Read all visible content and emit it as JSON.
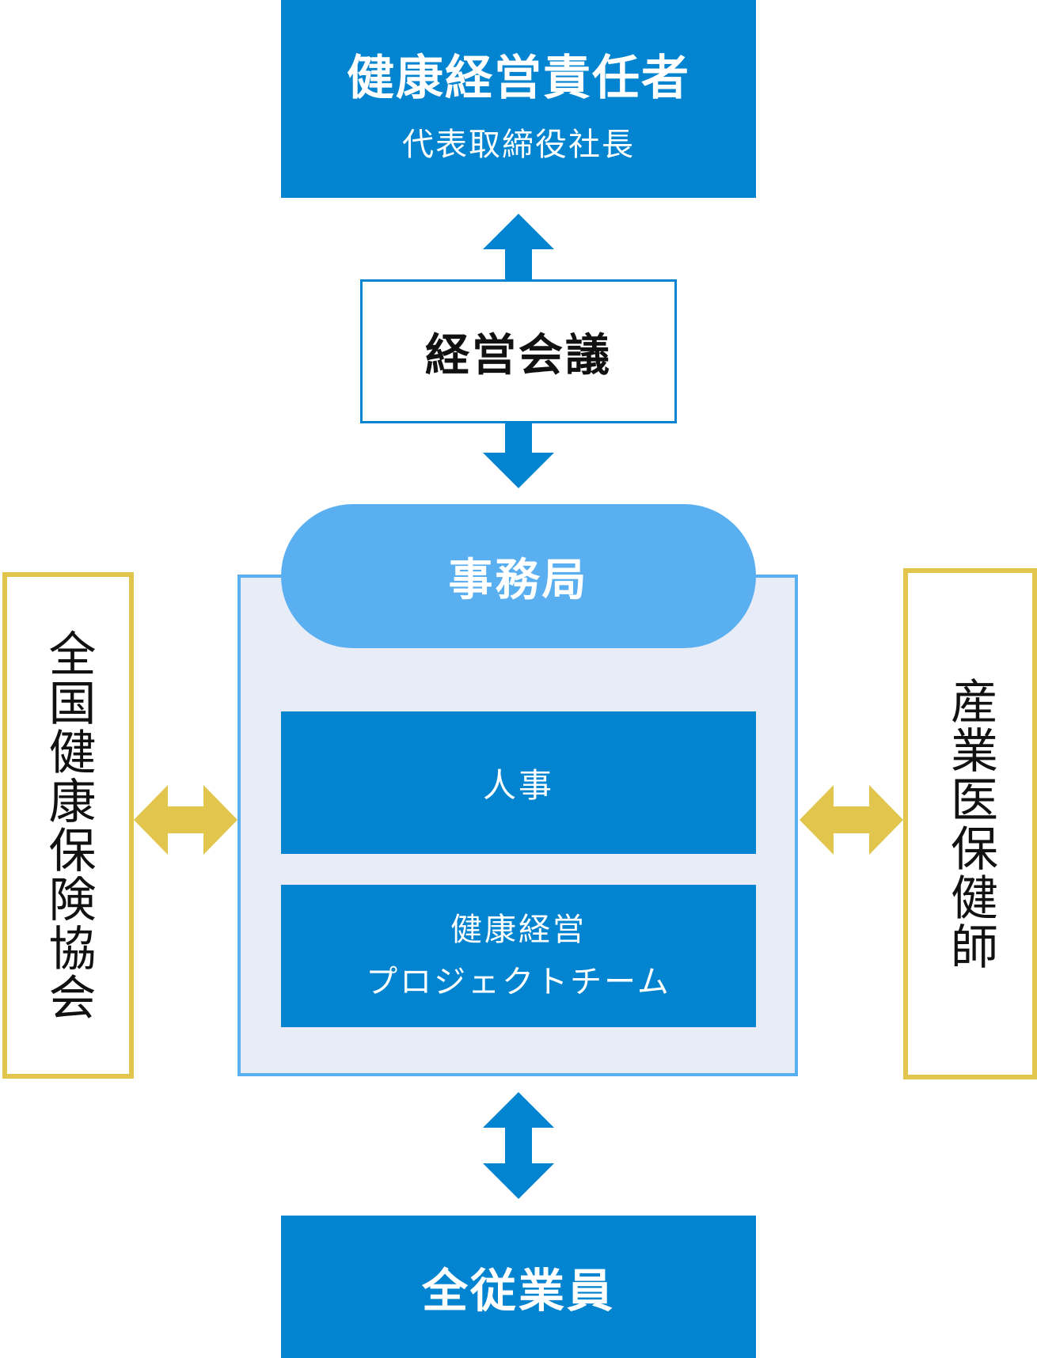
{
  "top": {
    "title": "健康経営責任者",
    "subtitle": "代表取締役社長"
  },
  "meeting": {
    "label": "経営会議"
  },
  "office": {
    "label": "事務局",
    "units": {
      "hr": "人事",
      "project_team_line1": "健康経営",
      "project_team_line2": "プロジェクトチーム"
    }
  },
  "left_partner": {
    "label": "全国健康保険協会"
  },
  "right_partner": {
    "label": "産業医保健師"
  },
  "bottom": {
    "label": "全従業員"
  },
  "colors": {
    "primary_blue": "#0284d0",
    "light_blue": "#5aaff0",
    "panel_bg": "#e8ecf6",
    "gold": "#e2c54c"
  }
}
